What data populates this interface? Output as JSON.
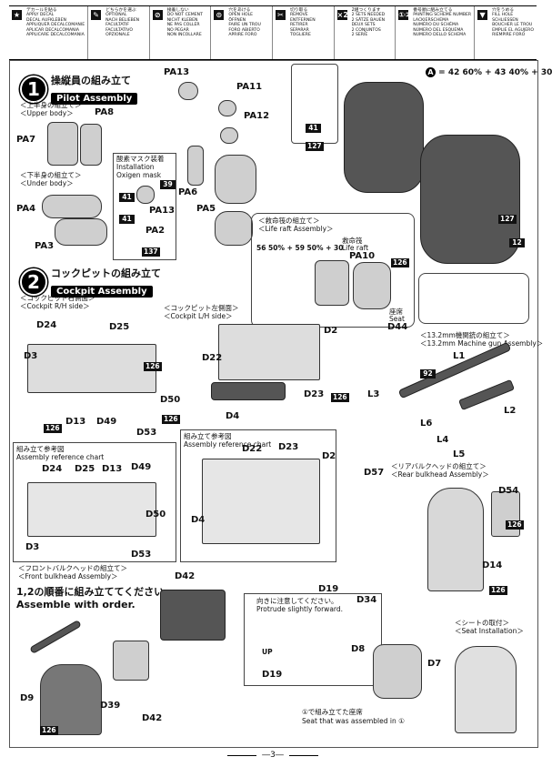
{
  "legend": [
    {
      "icon": "star-icon",
      "sym": "★",
      "jp": "デカールを貼る",
      "lines": [
        "APPLY DECAL",
        "DECAL AUFKLEBEN",
        "APPLIQUER DECALCOMANIE",
        "APLICAR DECALCOMANIA",
        "APPLICARE DECALCOMANIA"
      ]
    },
    {
      "icon": "optional-icon",
      "sym": "✎",
      "jp": "どちらかを選ぶ",
      "lines": [
        "OPTIONAL",
        "NACH BELIEBEN",
        "FACULTATIF",
        "FACULTATIVO",
        "OPZIONALE"
      ]
    },
    {
      "icon": "no-cement-icon",
      "sym": "⊘",
      "jp": "接着しない",
      "lines": [
        "DO NOT CEMENT",
        "NICHT KLEBEN",
        "NE PAS COLLER",
        "NO PEGAR",
        "NON INCOLLARE"
      ]
    },
    {
      "icon": "open-hole-icon",
      "sym": "⊙",
      "jp": "穴をあける",
      "lines": [
        "OPEN HOLE",
        "ÖFFNEN",
        "FAIRE UN TROU",
        "FORO ABIERTO",
        "APRIRE FORO"
      ]
    },
    {
      "icon": "remove-icon",
      "sym": "✂",
      "jp": "切り取る",
      "lines": [
        "REMOVE",
        "ENTFERNEN",
        "RETIRER",
        "SEPARAR",
        "TOGLIERE"
      ]
    },
    {
      "icon": "two-sets-icon",
      "sym": "×2",
      "jp": "2組つくります",
      "lines": [
        "2 SETS NEEDED",
        "2 SÄTZE BAUEN",
        "DEUX SETS",
        "2 CONJUNTOS",
        "2 SERIE"
      ]
    },
    {
      "icon": "number-order-icon",
      "sym": "①②",
      "jp": "番号順に組み立てる",
      "lines": [
        "PAINTING SCHEME NUMBER",
        "LACKIERSCHEMA",
        "NUMÉRO DU SCHÉMA",
        "NÚMERO DEL ESQUEMA",
        "NUMERO DELLO SCHEMA"
      ]
    },
    {
      "icon": "fill-hole-icon",
      "sym": "▼",
      "jp": "穴をうめる",
      "lines": [
        "FILL HOLE",
        "SCHLIESSEN",
        "BOUCHER LE TROU",
        "EMPLIE EL AGUJERO",
        "RIEMPIRE FORO"
      ]
    }
  ],
  "section1": {
    "jp": "操縦員の組み立て",
    "en": "Pilot Assembly",
    "upper_jp": "＜上半身の組立て＞",
    "upper_en": "＜Upper body＞",
    "under_jp": "＜下半身の組立て＞",
    "under_en": "＜Under body＞",
    "mask_jp": "酸素マスク装着",
    "mask_en": "Installation Oxigen mask",
    "raft_jp": "＜救命筏の組立て＞",
    "raft_en": "＜Life raft Assembly＞",
    "raft_part_jp": "救命筏",
    "raft_part_en": "Life raft",
    "seat_jp": "座席",
    "seat_en": "Seat",
    "raft_color": "56 50% + 59 50% + 30",
    "figure_color": "42 60% + 43 40% + 30",
    "parts": [
      "PA13",
      "PA11",
      "PA12",
      "PA8",
      "PA7",
      "PA6",
      "PA5",
      "PA4",
      "PA3",
      "PA2",
      "PA10",
      "D44"
    ]
  },
  "section2": {
    "jp": "コックピットの組み立て",
    "en": "Cockpit Assembly",
    "rh_jp": "＜コックピット右側面＞",
    "rh_en": "＜Cockpit R/H side＞",
    "lh_jp": "＜コックピット左側面＞",
    "lh_en": "＜Cockpit L/H side＞",
    "ref1_jp": "組み立て参考図",
    "ref1_en": "Assembly reference chart",
    "ref2_jp": "組み立て参考図",
    "ref2_en": "Assembly reference chart",
    "mg_jp": "＜13.2mm機関銃の組立て＞",
    "mg_en": "＜13.2mm Machine gun Assembly＞",
    "rear_jp": "＜リアバルクヘッドの組立て＞",
    "rear_en": "＜Rear bulkhead Assembly＞",
    "front_jp": "＜フロントバルクヘッドの組立て＞",
    "front_en": "＜Front bulkhead Assembly＞",
    "order_jp": "1,2の順番に組み立ててください。",
    "order_en": "Assemble with order.",
    "seat_inst_jp": "＜シートの取付＞",
    "seat_inst_en": "＜Seat Installation＞",
    "protrude_jp": "向きに注意してください。",
    "protrude_en": "Protrude slightly forward.",
    "up_label": "UP",
    "seat_assembled_jp": "①で組み立てた座席",
    "seat_assembled_en": "Seat that was assembled in ①",
    "parts": [
      "D24",
      "D25",
      "D3",
      "D13",
      "D49",
      "D50",
      "D53",
      "D22",
      "D23",
      "D2",
      "D4",
      "D22",
      "D23",
      "D57",
      "D54",
      "D14",
      "D19",
      "D34",
      "D42",
      "D9",
      "D39",
      "D8",
      "D7",
      "L1",
      "L2",
      "L3",
      "L4",
      "L5",
      "L6"
    ]
  },
  "page_number": "―3―"
}
